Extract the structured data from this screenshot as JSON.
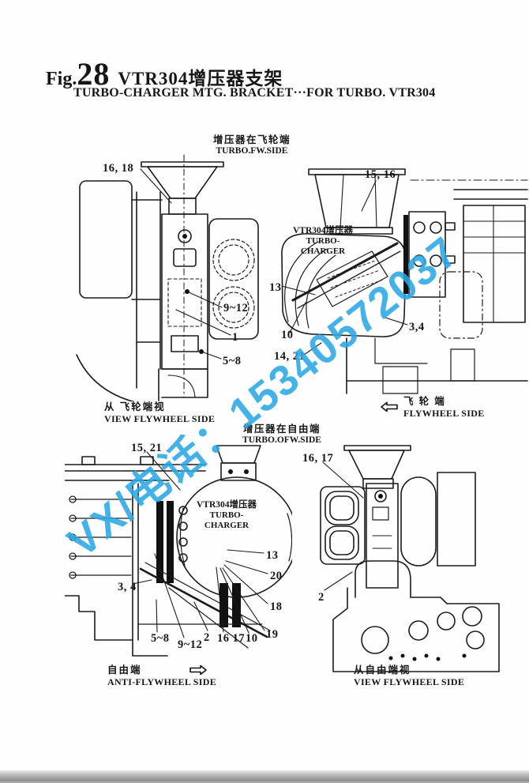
{
  "header": {
    "fig_prefix": "Fig.",
    "fig_number": "28",
    "title_cn": "VTR304增压器支架",
    "subtitle_en": "TURBO-CHARGER MTG. BRACKET···FOR TURBO. VTR304"
  },
  "watermark": {
    "text": "VX/电话：15340572037",
    "color": "#2ba7e6"
  },
  "section_labels": {
    "fw": {
      "cn": "增压器在飞轮端",
      "en": "TURBO.FW.SIDE"
    },
    "ofw": {
      "cn": "增压器在自由端",
      "en": "TURBO.OFW.SIDE"
    }
  },
  "turbo_label": {
    "cn": "VTR304增压器",
    "en": "TURBO-CHARGER"
  },
  "captions": {
    "view_flywheel": {
      "cn": "从 飞轮端视",
      "en": "VIEW  FLYWHEEL SIDE"
    },
    "flywheel_side": {
      "cn": "飞 轮 端",
      "en": "FLYWHEEL SIDE"
    },
    "anti_flywheel": {
      "cn": "自由端",
      "en": "ANTI-FLYWHEEL SIDE"
    },
    "view_free_end": {
      "cn": "从自由端视",
      "en": "VIEW  FLYWHEEL SIDE"
    }
  },
  "callouts": {
    "tl": [
      "16, 18",
      "9~12",
      "1",
      "5~8"
    ],
    "tr": [
      "15, 16",
      "13",
      "10",
      "14, 21",
      "3,4"
    ],
    "bl": [
      "15, 21",
      "13",
      "20",
      "18",
      "19",
      "10",
      "16 17",
      "2",
      "9~12",
      "5~8",
      "3, 4"
    ],
    "br": [
      "16, 17",
      "2"
    ]
  }
}
